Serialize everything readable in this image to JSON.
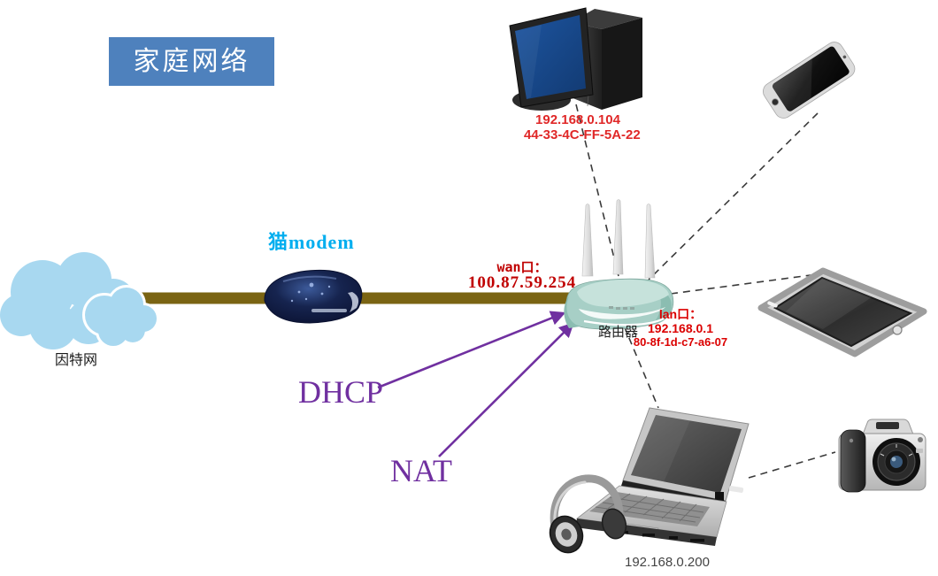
{
  "title": {
    "label": "家庭网络"
  },
  "internet": {
    "label": "因特网"
  },
  "modem": {
    "label": "猫modem"
  },
  "router": {
    "label": "路由器",
    "wan_port_label": "wan口：",
    "wan_ip": "100.87.59.254",
    "lan_port_label": "lan口：",
    "lan_ip": "192.168.0.1",
    "lan_mac": "80-8f-1d-c7-a6-07"
  },
  "desktop": {
    "ip": "192.168.0.104",
    "mac": "44-33-4C-FF-5A-22"
  },
  "laptop": {
    "ip": "192.168.0.200"
  },
  "annotations": {
    "dhcp": "DHCP",
    "nat": "NAT"
  },
  "icons": {
    "internet": "cloud-icon",
    "modem": "modem-icon",
    "router": "wireless-router-icon",
    "desktop": "desktop-computer-icon",
    "phone": "smartphone-icon",
    "tablet": "tablet-icon",
    "laptop": "laptop-icon",
    "headphones": "headphones-icon",
    "camera": "dslr-camera-icon"
  },
  "colors": {
    "title_bg": "#4E81BD",
    "title_text": "#FFFFFF",
    "modem_label": "#00AEEF",
    "wan_label": "#C00000",
    "lan_label": "#DB0000",
    "desktop_label": "#E02828",
    "annotation": "#7030A0",
    "wired_link": "#7A6413",
    "wireless_link": "#3A3A3A",
    "cloud_fill": "#A8D8F0"
  }
}
